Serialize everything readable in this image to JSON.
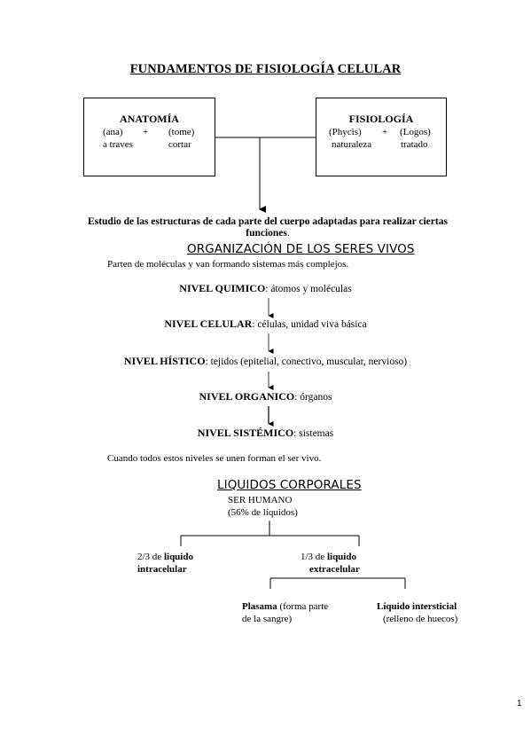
{
  "title": {
    "part1": "FUNDAMENTOS DE FISIOLOGÍA",
    "part2": "CELULAR"
  },
  "anatomia": {
    "heading": "ANATOMÍA",
    "row1": [
      "(ana)",
      "+",
      "(tome)"
    ],
    "row2": [
      "a traves",
      "cortar"
    ]
  },
  "fisiologia": {
    "heading": "FISIOLOGÍA",
    "row1": [
      "(Phycis)",
      "+",
      "(Logos)"
    ],
    "row2": [
      "naturaleza",
      "tratado"
    ]
  },
  "definition": {
    "line1": "Estudio de las estructuras de cada parte del cuerpo adaptadas para realizar ciertas",
    "line2": "funciones"
  },
  "organizacion": {
    "heading": "ORGANIZACIÓN DE LOS SERES VIVOS",
    "intro": "Parten de moléculas y van formando sistemas más complejos.",
    "levels": [
      {
        "name": "NIVEL QUIMICO",
        "desc": ": átomos y moléculas"
      },
      {
        "name": "NIVEL CELULAR",
        "desc": ": células, unidad viva básica"
      },
      {
        "name": "NIVEL HÍSTICO",
        "desc": ": tejidos (epitelial, conectivo, muscular, nervioso)"
      },
      {
        "name": "NIVEL ORGANICO",
        "desc": ": órganos"
      },
      {
        "name": "NIVEL SISTÉMICO",
        "desc": ": sistemas"
      }
    ],
    "conclusion": "Cuando todos estos niveles se unen forman el ser vivo."
  },
  "liquidos": {
    "heading": "LIQUIDOS CORPORALES",
    "root_line1": "SER HUMANO",
    "root_line2": "(56% de líquidos)",
    "intra_prefix": "2/3 de ",
    "intra_bold1": "liquido",
    "intra_bold2": "intracelular",
    "extra_prefix": "1/3 de ",
    "extra_bold1": "liquido",
    "extra_bold2": "extracelular",
    "plasma_bold": "Plasama",
    "plasma_rest1": " (forma parte",
    "plasma_rest2": "de la sangre)",
    "intersticial_bold": "Líquido intersticial",
    "intersticial_rest": "(relleno de huecos)"
  },
  "page_number": "1"
}
